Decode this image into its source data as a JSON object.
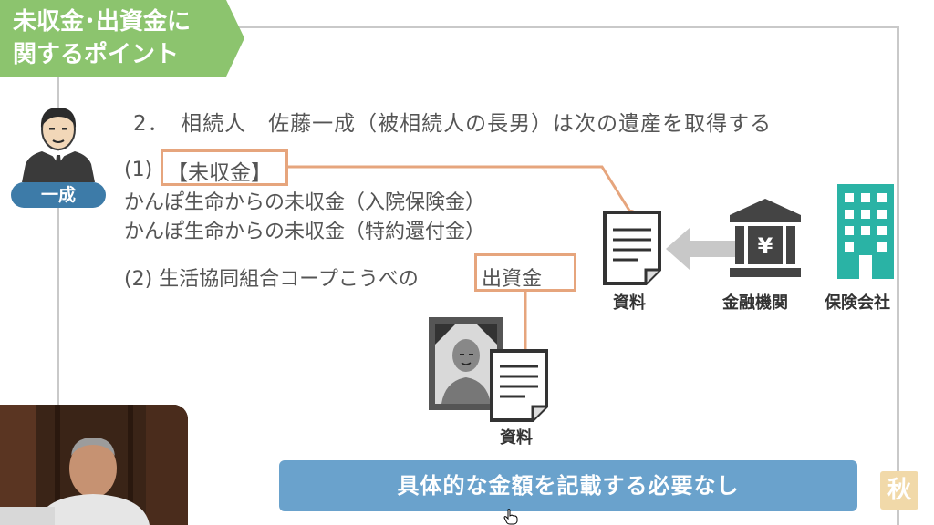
{
  "title": {
    "line1": "未収金･出資金に",
    "line2": "関するポイント",
    "color": "#8cc46e"
  },
  "person": {
    "name": "一成"
  },
  "heading": "2．　相続人　佐藤一成（被相続人の長男）は次の遺産を取得する",
  "item1": {
    "number": "(1)",
    "boxed": "【未収金】",
    "line1": "かんぽ生命からの未収金（入院保険金）",
    "line2": "かんぽ生命からの未収金（特約還付金）"
  },
  "item2": {
    "prefix": "(2) 生活協同組合コープこうべの",
    "boxed": "出資金"
  },
  "diagram": {
    "doc_label_top": "資料",
    "bank_label": "金融機関",
    "insurer_label": "保険会社",
    "doc_label_bottom": "資料"
  },
  "banner": "具体的な金額を記載する必要なし",
  "corner_mark": "秋",
  "colors": {
    "accent_orange": "#e6a57d",
    "banner_blue": "#6aa2cc",
    "name_blue": "#3d7ba8",
    "building_teal": "#2ab3a5",
    "bank_gray": "#444444"
  }
}
